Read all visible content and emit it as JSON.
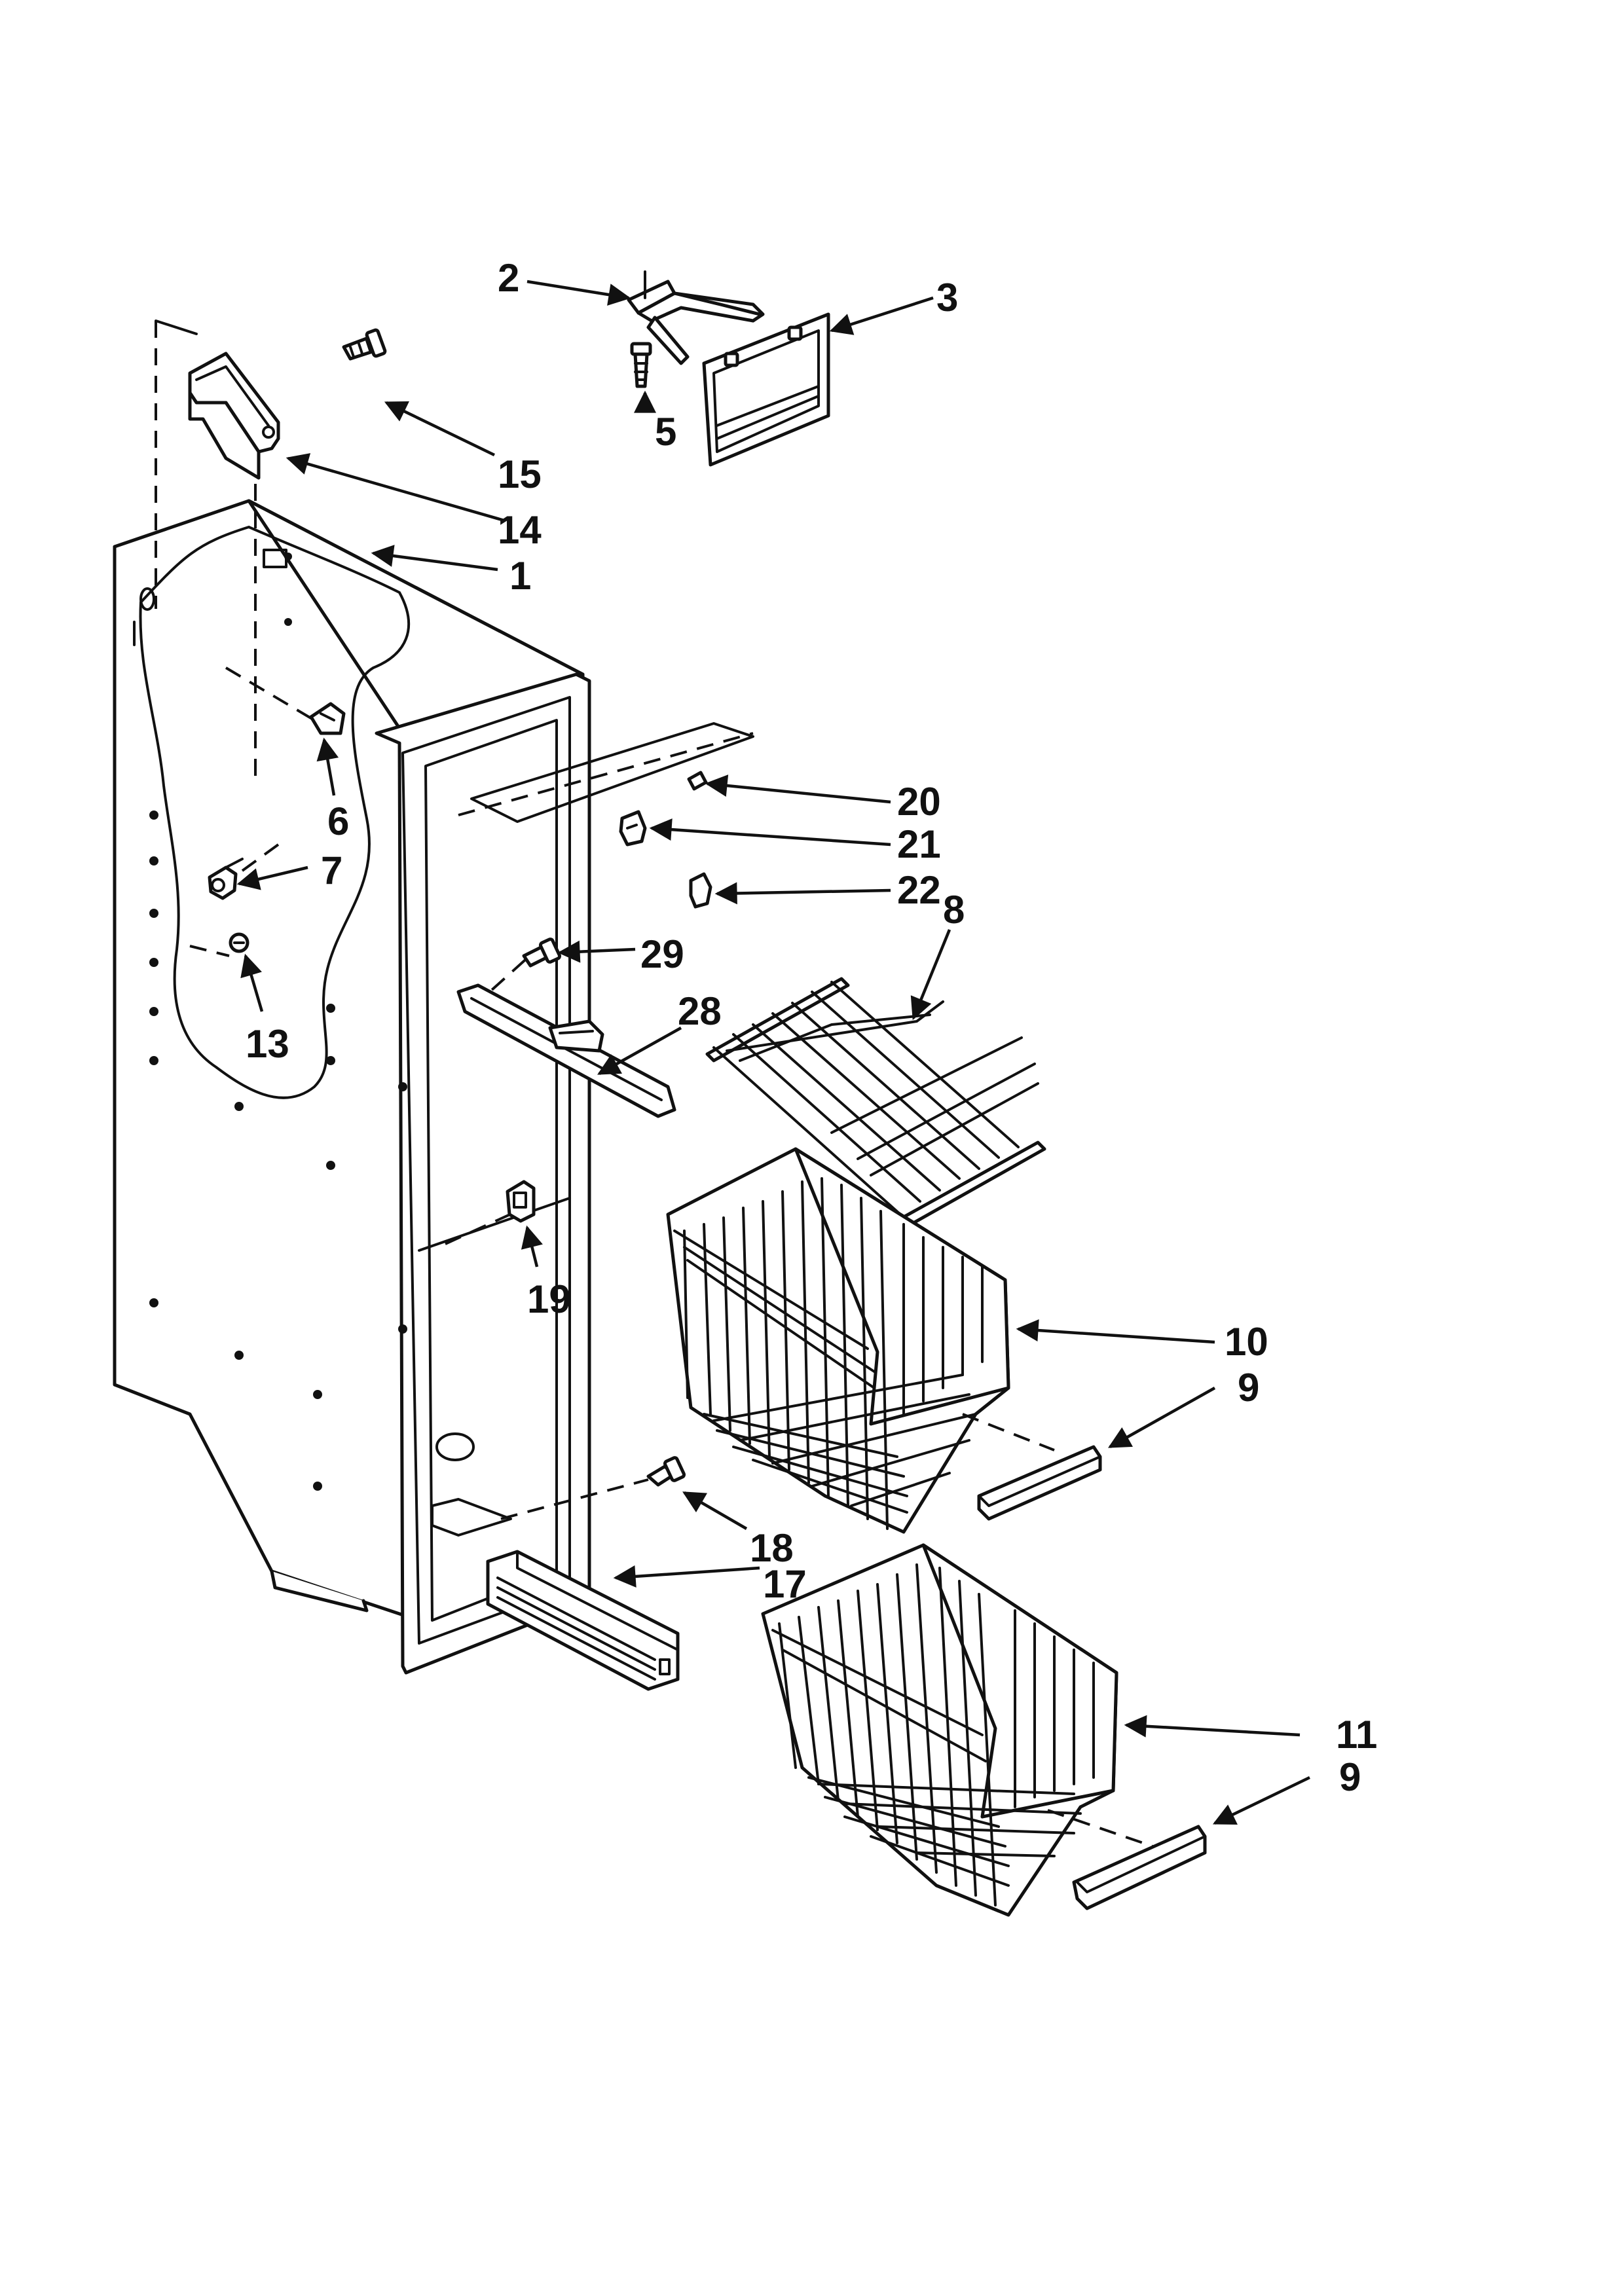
{
  "callouts": {
    "c1": "1",
    "c2": "2",
    "c3": "3",
    "c5": "5",
    "c6": "6",
    "c7": "7",
    "c8": "8",
    "c9a": "9",
    "c9b": "9",
    "c10": "10",
    "c11": "11",
    "c13": "13",
    "c14": "14",
    "c15": "15",
    "c17": "17",
    "c18": "18",
    "c19": "19",
    "c20": "20",
    "c21": "21",
    "c22": "22",
    "c28": "28",
    "c29": "29"
  }
}
